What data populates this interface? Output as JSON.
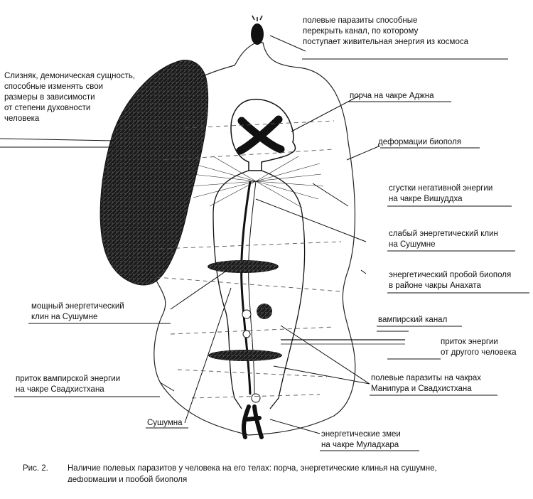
{
  "labels": {
    "parasites_top": "полевые паразиты способные\nперекрыть канал, по которому\nпоступает живительная энергия из космоса",
    "slug": "Слизняк, демоническая сущность,\nспособные изменять свои\nразмеры в зависимости\nот степени духовности\nчеловека",
    "ajna": "порча на чакре Аджна",
    "biofield_deformation": "деформации биополя",
    "vishuddha": "сгустки негативной энергии\nна чакре Вишуддха",
    "weak_wedge": "слабый энергетический клин\nна Сушумне",
    "anahata": "энергетический пробой биополя\nв районе чакры Анахата",
    "strong_wedge": "мощный энергетический\nклин на Сушумне",
    "vampire_channel": "вампирский канал",
    "inflow_other": "приток энергии\nот другого человека",
    "svadhisthana_inflow": "приток вампирской энергии\nна чакре Свадхистхана",
    "manipura_parasites": "полевые паразиты на чакрах\nМанипура и Свадхистхана",
    "sushumna": "Сушумна",
    "muladhara": "энергетические змеи\nна чакре Муладхара"
  },
  "caption": {
    "number": "Рис. 2.",
    "text": "Наличие полевых паразитов у человека на его телах: порча, энергетические клинья на сушумне,",
    "text2": "деформации и пробой биополя"
  }
}
